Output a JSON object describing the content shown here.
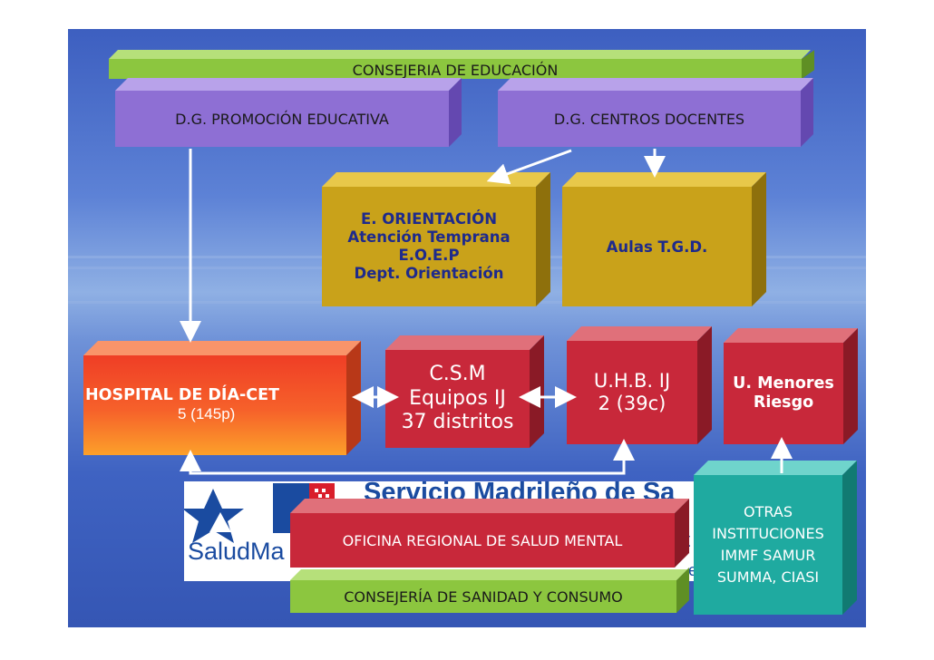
{
  "consejeria_educacion": "CONSEJERIA DE EDUCACIÓN",
  "dg_promocion": "D.G. PROMOCIÓN EDUCATIVA",
  "dg_centros": "D.G. CENTROS DOCENTES",
  "orientacion": {
    "line1": "E. ORIENTACIÓN",
    "line2": "Atención Temprana",
    "line3": "E.O.E.P",
    "line4": "Dept. Orientación"
  },
  "aulas_tgd": "Aulas T.G.D.",
  "hospital": {
    "title": "HOSPITAL DE DÍA-CET",
    "sub": "5 (145p)"
  },
  "csm": {
    "line1": "C.S.M",
    "line2": "Equipos IJ",
    "line3": "37 distritos"
  },
  "uhb": {
    "line1": "U.H.B. IJ",
    "line2": "2 (39c)"
  },
  "menores": {
    "line1": "U. Menores",
    "line2": "Riesgo"
  },
  "logo": {
    "brand": "Servicio Madrileño de Sa",
    "salud": "SaludMa",
    "tail_char": "t",
    "tail_char2": "e"
  },
  "oficina": "OFICINA REGIONAL DE SALUD MENTAL",
  "otras": {
    "line1": "OTRAS",
    "line2": "INSTITUCIONES",
    "line3": "IMMF SAMUR",
    "line4": "SUMMA, CIASI"
  },
  "consejeria_sanidad": "CONSEJERÍA DE SANIDAD Y CONSUMO",
  "colors": {
    "green": "#8cc63f",
    "purple": "#8e6fd4",
    "gold": "#c9a21a",
    "hospital": "#f2562a",
    "red": "#c8283a",
    "teal": "#1faaa0"
  }
}
